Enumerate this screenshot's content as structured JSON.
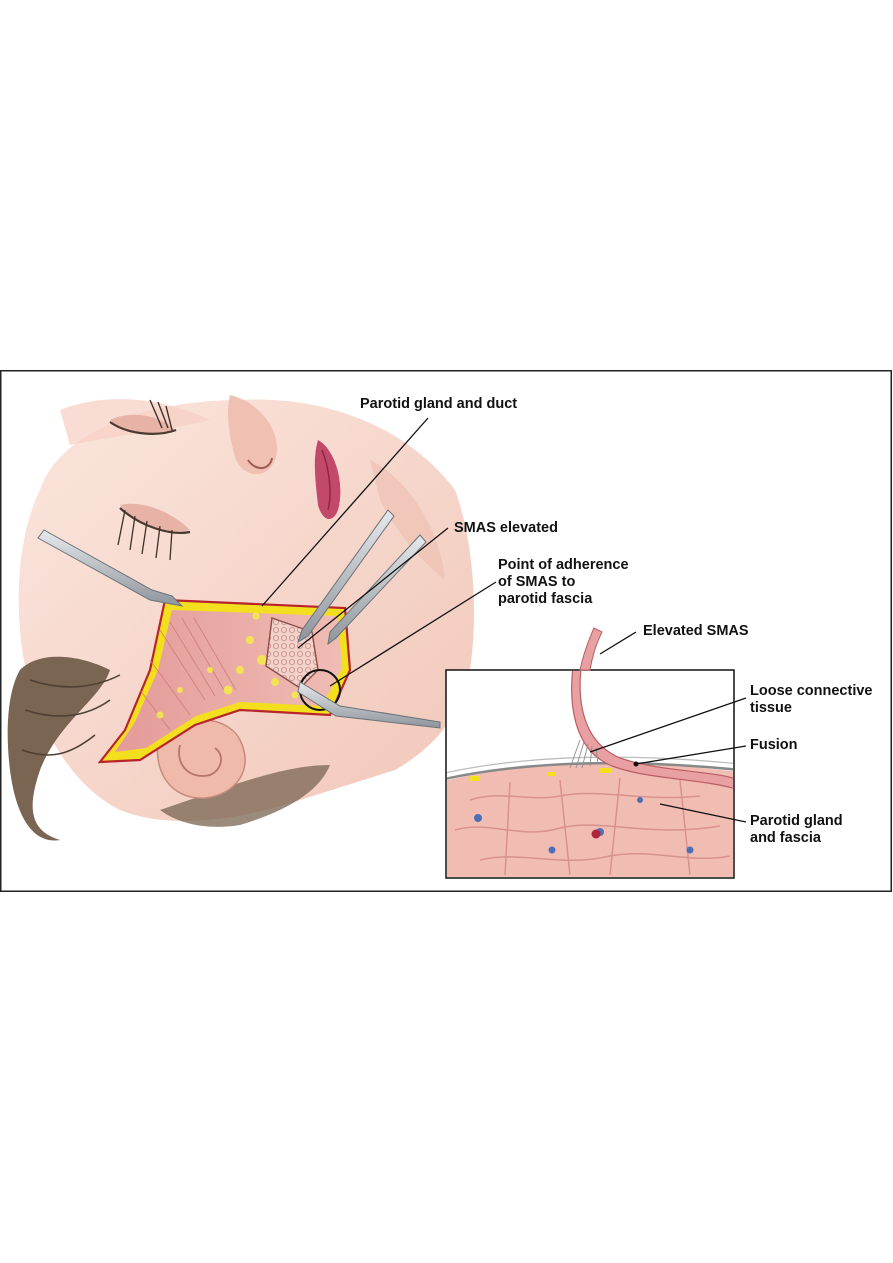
{
  "labels": {
    "parotid_gland_duct": "Parotid gland and duct",
    "smas_elevated": "SMAS elevated",
    "point_of_adherence": [
      "Point of adherence",
      "of SMAS  to",
      "parotid fascia"
    ],
    "elevated_smas": "Elevated SMAS",
    "loose_connective_tissue": [
      "Loose connective",
      "tissue"
    ],
    "fusion": "Fusion",
    "parotid_gland_fascia": [
      "Parotid gland",
      "and fascia"
    ]
  },
  "colors": {
    "skin": "#f7d9cf",
    "skin_shadow": "#eab3a4",
    "lip": "#c2496a",
    "hair": "#6f5a48",
    "muscle": "#e7a3a0",
    "fat_border": "#f3df1e",
    "incision": "#b7242c",
    "instrument": "#aeb3b8",
    "vessel": "#4f6fb5"
  }
}
